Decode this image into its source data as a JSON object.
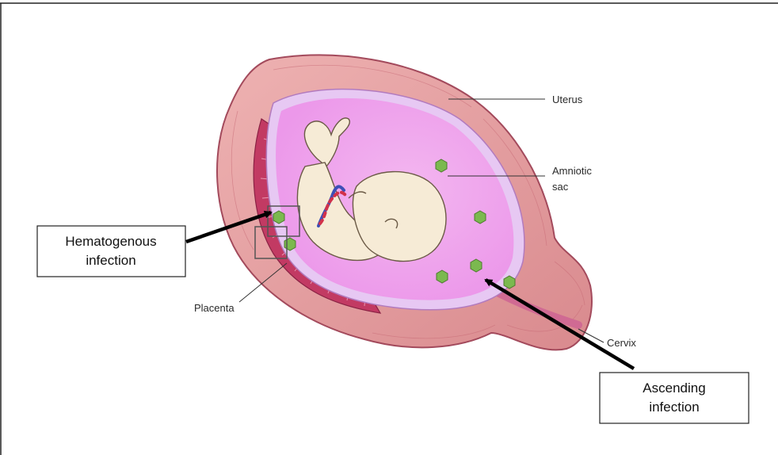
{
  "labels": {
    "uterus": "Uterus",
    "amniotic_line1": "Amniotic",
    "amniotic_line2": "sac",
    "placenta": "Placenta",
    "cervix": "Cervix"
  },
  "callouts": {
    "hematogenous": {
      "line1": "Hematogenous",
      "line2": "infection"
    },
    "ascending": {
      "line1": "Ascending",
      "line2": "infection"
    }
  },
  "colors": {
    "uterus_wall": "#e8a4a6",
    "uterus_wall_dark": "#c97478",
    "amniotic_fluid": "#f0a6ee",
    "amniotic_membrane": "#e7c8f3",
    "placenta": "#c23a63",
    "fetus_skin": "#f6ebd6",
    "pathogen": "#7bb94f",
    "umbilical_blue": "#3d4fb6",
    "umbilical_red": "#d2314a"
  }
}
